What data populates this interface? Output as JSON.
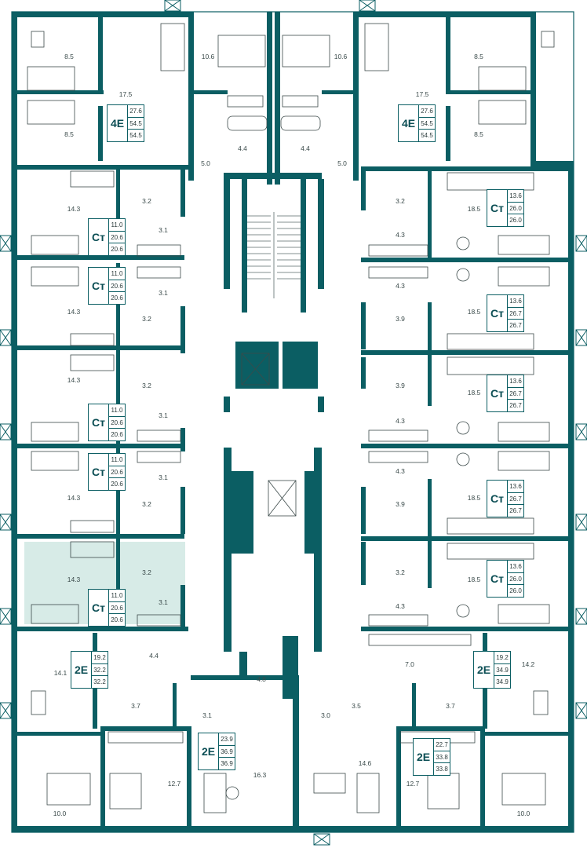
{
  "colors": {
    "wall": "#0b5e63",
    "highlight": "#c9e4df",
    "furniture": "#3c4a4a",
    "background": "#ffffff"
  },
  "apartments": [
    {
      "id": "4e-left",
      "code": "4Е",
      "areas": [
        "27.6",
        "54.5",
        "54.5"
      ]
    },
    {
      "id": "4e-right",
      "code": "4Е",
      "areas": [
        "27.6",
        "54.5",
        "54.5"
      ]
    },
    {
      "id": "st-l1",
      "code": "Ст",
      "areas": [
        "11.0",
        "20.6",
        "20.6"
      ]
    },
    {
      "id": "st-l2",
      "code": "Ст",
      "areas": [
        "11.0",
        "20.6",
        "20.6"
      ]
    },
    {
      "id": "st-l3",
      "code": "Ст",
      "areas": [
        "11.0",
        "20.6",
        "20.6"
      ]
    },
    {
      "id": "st-l4",
      "code": "Ст",
      "areas": [
        "11.0",
        "20.6",
        "20.6"
      ]
    },
    {
      "id": "st-l5",
      "code": "Ст",
      "areas": [
        "11.0",
        "20.6",
        "20.6"
      ],
      "highlighted": true
    },
    {
      "id": "st-r1",
      "code": "Ст",
      "areas": [
        "13.6",
        "26.0",
        "26.0"
      ]
    },
    {
      "id": "st-r2",
      "code": "Ст",
      "areas": [
        "13.6",
        "26.7",
        "26.7"
      ]
    },
    {
      "id": "st-r3",
      "code": "Ст",
      "areas": [
        "13.6",
        "26.7",
        "26.7"
      ]
    },
    {
      "id": "st-r4",
      "code": "Ст",
      "areas": [
        "13.6",
        "26.7",
        "26.7"
      ]
    },
    {
      "id": "st-r5",
      "code": "Ст",
      "areas": [
        "13.6",
        "26.0",
        "26.0"
      ]
    },
    {
      "id": "2e-bl",
      "code": "2Е",
      "areas": [
        "19.2",
        "32.2",
        "32.2"
      ]
    },
    {
      "id": "2e-bc",
      "code": "2Е",
      "areas": [
        "23.9",
        "36.9",
        "36.9"
      ]
    },
    {
      "id": "2e-bcr",
      "code": "2Е",
      "areas": [
        "22.7",
        "33.8",
        "33.8"
      ]
    },
    {
      "id": "2e-br",
      "code": "2Е",
      "areas": [
        "19.2",
        "34.9",
        "34.9"
      ]
    }
  ],
  "room_labels": [
    "8.5",
    "10.6",
    "10.6",
    "8.5",
    "17.5",
    "17.5",
    "8.5",
    "8.5",
    "4.4",
    "4.4",
    "5.0",
    "5.0",
    "14.3",
    "3.2",
    "3.1",
    "18.5",
    "3.2",
    "4.3",
    "14.3",
    "3.2",
    "3.1",
    "4.3",
    "18.5",
    "3.9",
    "14.3",
    "3.2",
    "3.1",
    "3.9",
    "18.5",
    "4.3",
    "14.3",
    "3.2",
    "3.1",
    "4.3",
    "3.9",
    "18.5",
    "14.3",
    "3.2",
    "3.1",
    "3.2",
    "18.5",
    "4.3",
    "4.4",
    "14.1",
    "3.7",
    "4.8",
    "7.0",
    "14.2",
    "3.1",
    "3.5",
    "3.0",
    "3.7",
    "12.7",
    "16.3",
    "14.6",
    "12.7",
    "10.0",
    "10.0"
  ]
}
